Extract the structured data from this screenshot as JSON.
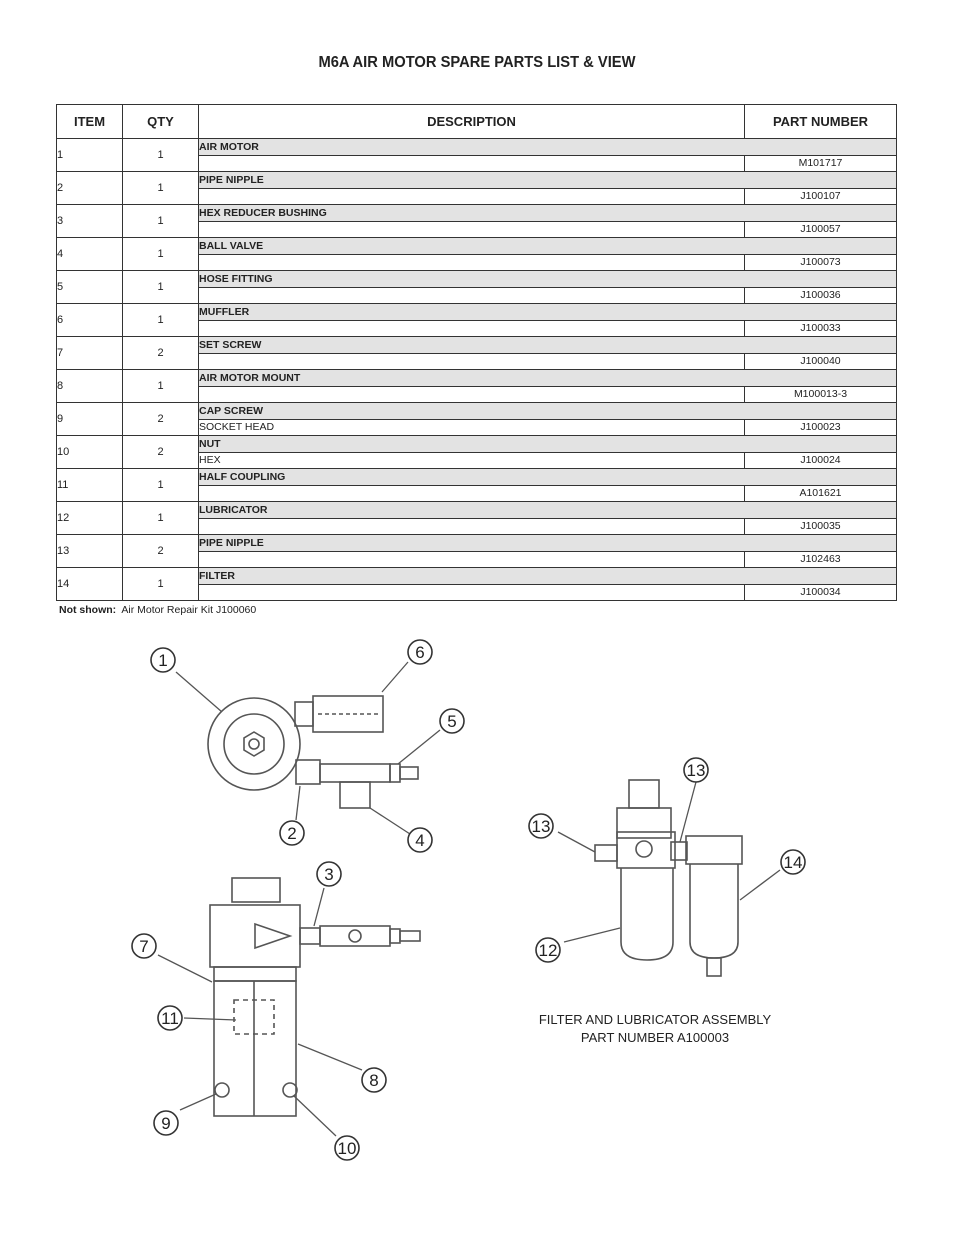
{
  "title": "M6A AIR MOTOR SPARE PARTS LIST & VIEW",
  "table": {
    "headers": [
      "ITEM",
      "QTY",
      "DESCRIPTION",
      "PART NUMBER"
    ],
    "rows": [
      {
        "item": "1",
        "qty": "1",
        "desc": "AIR MOTOR",
        "sub": "",
        "part": "M101717"
      },
      {
        "item": "2",
        "qty": "1",
        "desc": "PIPE NIPPLE",
        "sub": "",
        "part": "J100107"
      },
      {
        "item": "3",
        "qty": "1",
        "desc": "HEX REDUCER BUSHING",
        "sub": "",
        "part": "J100057"
      },
      {
        "item": "4",
        "qty": "1",
        "desc": "BALL VALVE",
        "sub": "",
        "part": "J100073"
      },
      {
        "item": "5",
        "qty": "1",
        "desc": "HOSE FITTING",
        "sub": "",
        "part": "J100036"
      },
      {
        "item": "6",
        "qty": "1",
        "desc": "MUFFLER",
        "sub": "",
        "part": "J100033"
      },
      {
        "item": "7",
        "qty": "2",
        "desc": "SET SCREW",
        "sub": "",
        "part": "J100040"
      },
      {
        "item": "8",
        "qty": "1",
        "desc": "AIR MOTOR MOUNT",
        "sub": "",
        "part": "M100013-3"
      },
      {
        "item": "9",
        "qty": "2",
        "desc": "CAP SCREW",
        "sub": "SOCKET HEAD",
        "part": "J100023"
      },
      {
        "item": "10",
        "qty": "2",
        "desc": "NUT",
        "sub": "HEX",
        "part": "J100024"
      },
      {
        "item": "11",
        "qty": "1",
        "desc": "HALF COUPLING",
        "sub": "",
        "part": "A101621"
      },
      {
        "item": "12",
        "qty": "1",
        "desc": "LUBRICATOR",
        "sub": "",
        "part": "J100035"
      },
      {
        "item": "13",
        "qty": "2",
        "desc": "PIPE NIPPLE",
        "sub": "",
        "part": "J102463"
      },
      {
        "item": "14",
        "qty": "1",
        "desc": "FILTER",
        "sub": "",
        "part": "J100034"
      }
    ]
  },
  "note": {
    "label": "Not shown:",
    "text": "Air Motor Repair Kit J100060"
  },
  "diagram": {
    "callouts": [
      "1",
      "6",
      "5",
      "2",
      "4",
      "3",
      "7",
      "11",
      "8",
      "9",
      "10",
      "13",
      "13",
      "14",
      "12"
    ],
    "caption_line1": "FILTER AND LUBRICATOR ASSEMBLY",
    "caption_line2": "PART NUMBER A100003"
  }
}
